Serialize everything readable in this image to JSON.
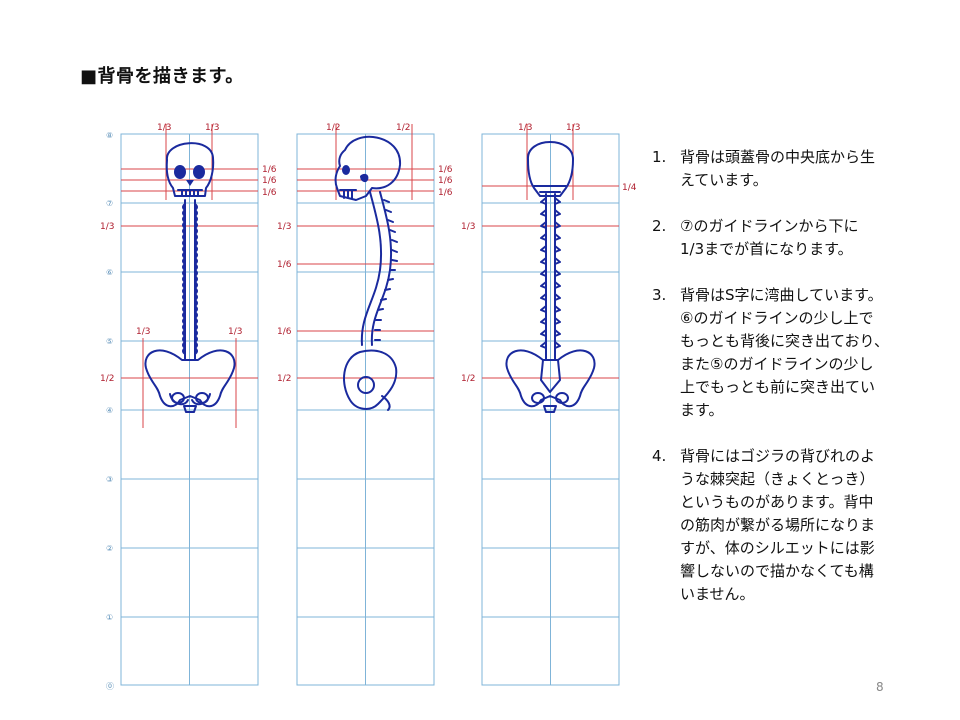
{
  "title": "■背骨を描きます。",
  "page_number": "8",
  "row_labels": [
    "⑧",
    "⑦",
    "⑥",
    "⑤",
    "④",
    "③",
    "②",
    "①",
    "⓪"
  ],
  "panels": [
    {
      "top_labels": [
        "1/3",
        "1/3"
      ],
      "right_labels": [
        "1/6",
        "1/6",
        "1/6"
      ],
      "left_label_neck": "1/3",
      "hip_labels": [
        "1/3",
        "1/3"
      ],
      "left_label_hip": "1/2"
    },
    {
      "top_labels": [
        "1/2",
        "1/2"
      ],
      "right_labels": [
        "1/6",
        "1/6",
        "1/6"
      ],
      "left_label_neck": "1/3",
      "left_label_mid1": "1/6",
      "left_label_mid2": "1/6",
      "left_label_hip": "1/2"
    },
    {
      "top_labels": [
        "1/3",
        "1/3"
      ],
      "right_label": "1/4",
      "left_label_neck": "1/3",
      "left_label_hip": "1/2"
    }
  ],
  "notes": [
    {
      "num": "1.",
      "text": "背骨は頭蓋骨の中央底から生\nえています。"
    },
    {
      "num": "2.",
      "text": "⑦のガイドラインから下に\n1/3までが首になります。"
    },
    {
      "num": "3.",
      "text": "背骨はS字に湾曲しています。\n⑥のガイドラインの少し上で\nもっとも背後に突き出ており、\nまた⑤のガイドラインの少し\n上でもっとも前に突き出てい\nます。"
    },
    {
      "num": "4.",
      "text": "背骨にはゴジラの背びれのよ\nうな棘突起（きょくとっき）\nというものがあります。背中\nの筋肉が繋がる場所になりま\nすが、体のシルエットには影\n響しないので描かなくても構\nいません。"
    }
  ],
  "colors": {
    "grid": "#7fb4d8",
    "guide": "#d9454a",
    "bone": "#1a2a9e"
  }
}
